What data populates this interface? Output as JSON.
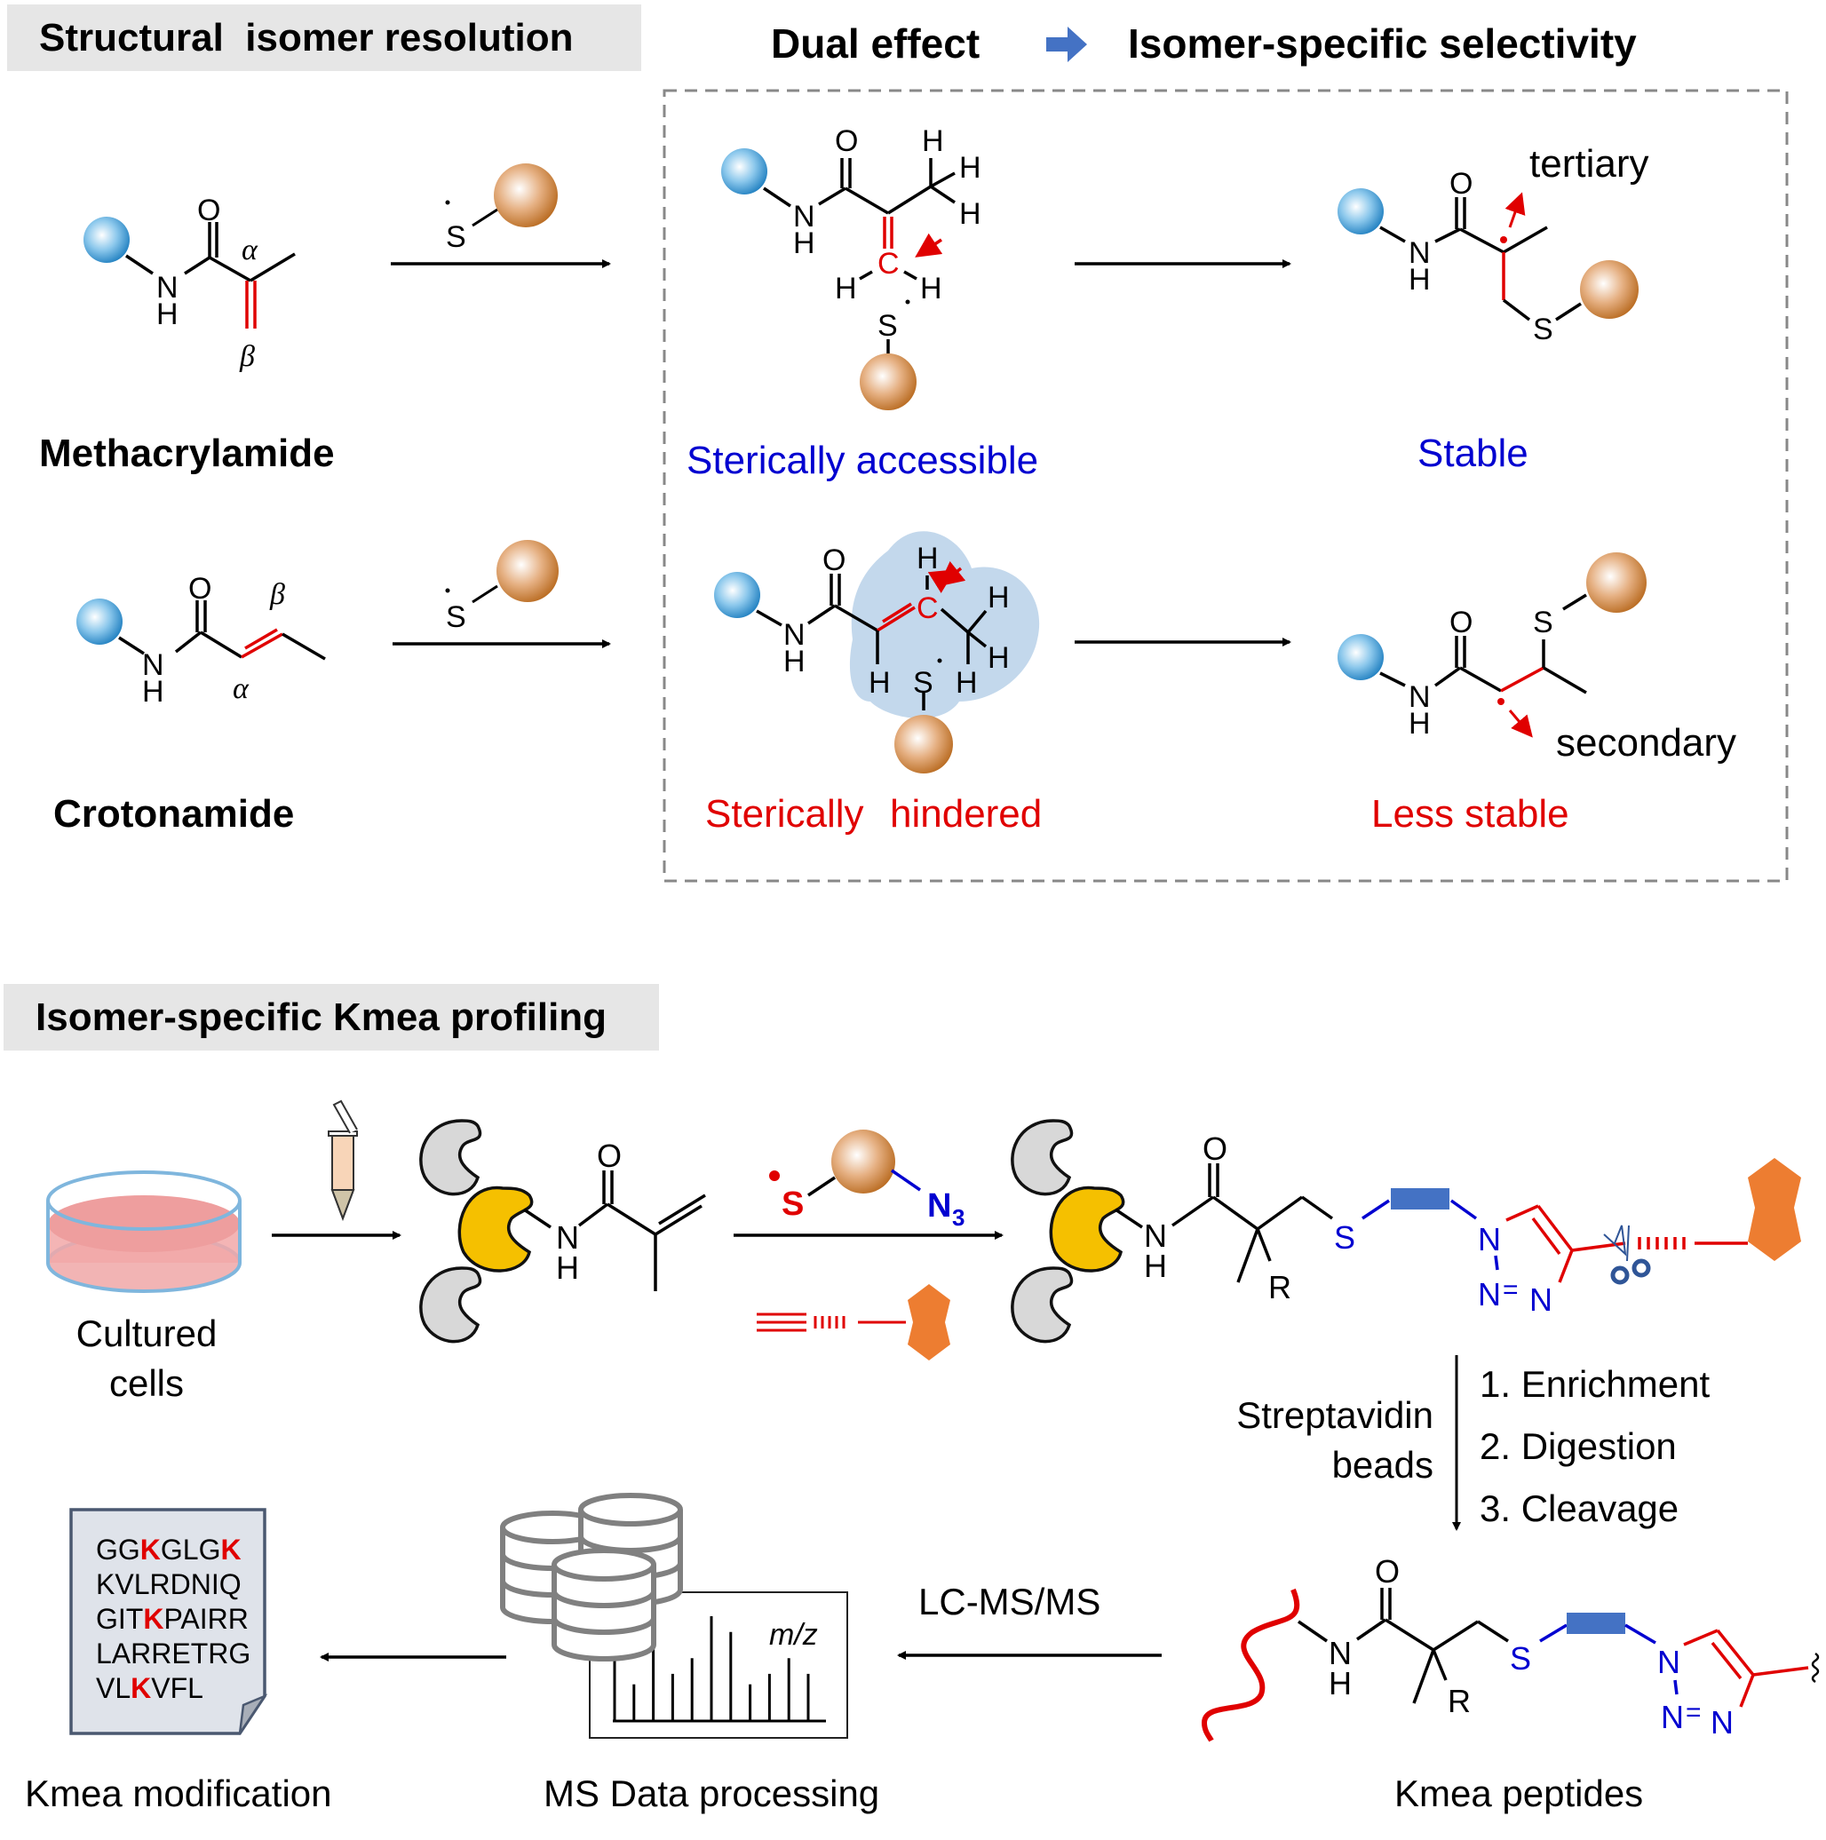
{
  "top_section": {
    "header": "Structural  isomer resolution",
    "subtitle_left": "Dual effect",
    "subtitle_right": "Isomer-specific selectivity",
    "colors": {
      "accessible": "#0000d0",
      "hindered": "#e00000",
      "probe_bead": "#c07a30",
      "substrate_bead": "#2a8ac8",
      "arrow_icon": "#4472c4"
    },
    "rows": [
      {
        "substrate_name": "Methacrylamide",
        "alpha_label": "α",
        "beta_label": "β",
        "reagent_atom": "S",
        "intermediate_label": "Sterically accessible",
        "product_label": "Stable",
        "radical_type": "tertiary"
      },
      {
        "substrate_name": "Crotonamide",
        "alpha_label": "α",
        "beta_label": "β",
        "reagent_atom": "S",
        "intermediate_label_1": "Sterically",
        "intermediate_label_2": "hindered",
        "product_label": "Less stable",
        "radical_type": "secondary"
      }
    ],
    "atoms": {
      "O": "O",
      "N": "N",
      "H": "H",
      "C": "C",
      "S": "S"
    }
  },
  "bottom_section": {
    "header": "Isomer-specific Kmea profiling",
    "step_cells": "Cultured\ncells",
    "cells_line1": "Cultured",
    "cells_line2": "cells",
    "reagent_S": "S",
    "reagent_N": "N",
    "reagent_N_sub": "3",
    "R_group": "R",
    "enrichment_reagent_1": "Streptavidin",
    "enrichment_reagent_2": "beads",
    "steps": [
      "1. Enrichment",
      "2. Digestion",
      "3. Cleavage"
    ],
    "lcms_label": "LC-MS/MS",
    "mz_label": "m/z",
    "ms_processing_label": "MS Data processing",
    "kmea_peptides_label": "Kmea peptides",
    "kmea_modification_label": "Kmea modification",
    "peptides": [
      {
        "segments": [
          {
            "t": "GG",
            "k": false
          },
          {
            "t": "K",
            "k": true
          },
          {
            "t": "GLG",
            "k": false
          },
          {
            "t": "K",
            "k": true
          }
        ]
      },
      {
        "segments": [
          {
            "t": "KVLRDNIQ",
            "k": false
          }
        ]
      },
      {
        "segments": [
          {
            "t": "GIT",
            "k": false
          },
          {
            "t": "K",
            "k": true
          },
          {
            "t": "PAIRR",
            "k": false
          }
        ]
      },
      {
        "segments": [
          {
            "t": "LARRETRG",
            "k": false
          }
        ]
      },
      {
        "segments": [
          {
            "t": "VL",
            "k": false
          },
          {
            "t": "K",
            "k": true
          },
          {
            "t": "VFL",
            "k": false
          }
        ]
      }
    ],
    "ms_peaks_relative": [
      0.75,
      0.35,
      0.9,
      0.45,
      0.6,
      1.0,
      0.85,
      0.35,
      0.45,
      0.6,
      0.45
    ],
    "colors": {
      "protein_target": "#f5c000",
      "protein_other": "#d8d8d8",
      "biotin": "#ed7d31",
      "linker": "#4472c4",
      "triazole_red": "#e00000",
      "triazole_blue": "#0000d0",
      "peptide_chain": "#e00000",
      "dish": "#f2a8a8"
    }
  }
}
